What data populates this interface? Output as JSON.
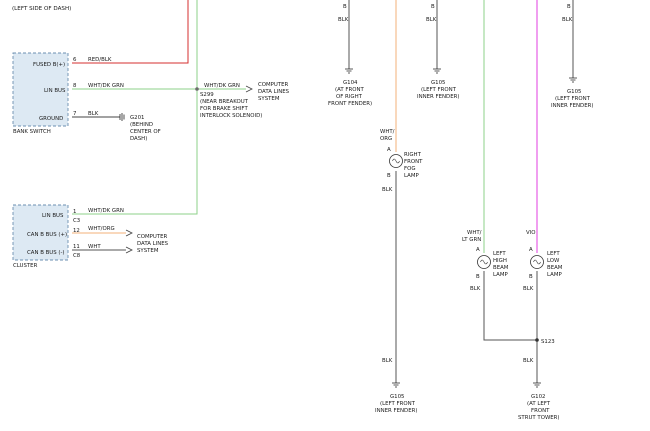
{
  "top_note": "(LEFT SIDE OF DASH)",
  "colors": {
    "red": "#d62f2f",
    "green": "#8ed08a",
    "orange": "#f3b27a",
    "magenta": "#e23ee0",
    "black": "#3a3a3a",
    "connector_box": "#dde9f3"
  },
  "bank_switch": {
    "title": "BANK SWITCH",
    "pins": [
      {
        "label": "FUSED B(+)",
        "num": "6",
        "wire": "RED/BLK"
      },
      {
        "label": "LIN BUS",
        "num": "8",
        "wire": "WHT/DK GRN"
      },
      {
        "label": "GROUND",
        "num": "7",
        "wire": "BLK"
      }
    ]
  },
  "cluster": {
    "title": "CLUSTER",
    "pins": [
      {
        "label": "LIN BUS",
        "num": "1",
        "sub": "C3",
        "wire": "WHT/DK GRN"
      },
      {
        "label": "CAN B BUS (+)",
        "num": "12",
        "wire": "WHT/ORG"
      },
      {
        "label": "CAN B BUS (-)",
        "num": "11",
        "sub": "C8",
        "wire": "WHT"
      }
    ]
  },
  "splice_s299": {
    "wire": "WHT/DK GRN",
    "name": "S299",
    "desc1": "(NEAR BREAKOUT",
    "desc2": "FOR BRAKE SHIFT",
    "desc3": "INTERLOCK SOLENOID)"
  },
  "data_lines_1": [
    "COMPUTER",
    "DATA LINES",
    "SYSTEM"
  ],
  "data_lines_2": [
    "COMPUTER",
    "DATA LINES",
    "SYSTEM"
  ],
  "ground_g201": [
    "G201",
    "(BEHIND",
    "CENTER OF",
    "DASH)"
  ],
  "ground_g104": [
    "G104",
    "(AT FRONT",
    "OF RIGHT",
    "FRONT FENDER)"
  ],
  "ground_g105_top": [
    "G105",
    "(LEFT FRONT",
    "INNER FENDER)"
  ],
  "ground_g105_right": [
    "G105",
    "(LEFT FRONT",
    "INNER FENDER)"
  ],
  "ground_g105_bottom": [
    "G105",
    "(LEFT FRONT",
    "INNER FENDER)"
  ],
  "ground_g102": [
    "G102",
    "(AT LEFT",
    "FRONT",
    "STRUT TOWER)"
  ],
  "fog_lamp": {
    "name": [
      "RIGHT",
      "FRONT",
      "FOG",
      "LAMP"
    ],
    "wire_in": [
      "WHT/",
      "ORG"
    ],
    "wire_out": "BLK",
    "pin_a": "A",
    "pin_b": "B"
  },
  "high_beam": {
    "name": [
      "LEFT",
      "HIGH",
      "BEAM",
      "LAMP"
    ],
    "wire_in": [
      "WHT/",
      "LT GRN"
    ],
    "wire_out": "BLK",
    "pin_a": "A",
    "pin_b": "B"
  },
  "low_beam": {
    "name": [
      "LEFT",
      "LOW",
      "BEAM",
      "LAMP"
    ],
    "wire_in": [
      "VIO"
    ],
    "wire_out": "BLK",
    "pin_a": "A",
    "pin_b": "B"
  },
  "splice_s123": "S123",
  "wire_blk": "BLK"
}
